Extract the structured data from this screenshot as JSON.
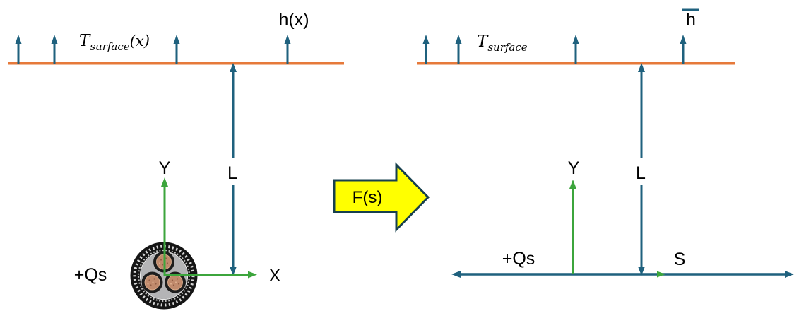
{
  "colors": {
    "orange": "#E6793A",
    "teal": "#1F617E",
    "green": "#3CA53C",
    "yellow": "#FFFF00",
    "outline": "#17404E",
    "ink": "#000000"
  },
  "left_panel": {
    "surface_label": {
      "base": "T",
      "sub": "surface",
      "suffix": "(x)"
    },
    "h_label": "h(x)",
    "depth_label": "L",
    "y_axis_label": "Y",
    "x_axis_label": "X",
    "heat_source_label": "+Qs"
  },
  "transform": {
    "label": "F(s)"
  },
  "right_panel": {
    "surface_label": {
      "base": "T",
      "sub": "surface",
      "suffix": ""
    },
    "h_label": "h",
    "depth_label": "L",
    "y_axis_label": "Y",
    "s_axis_label": "S",
    "heat_source_label": "+Qs"
  }
}
